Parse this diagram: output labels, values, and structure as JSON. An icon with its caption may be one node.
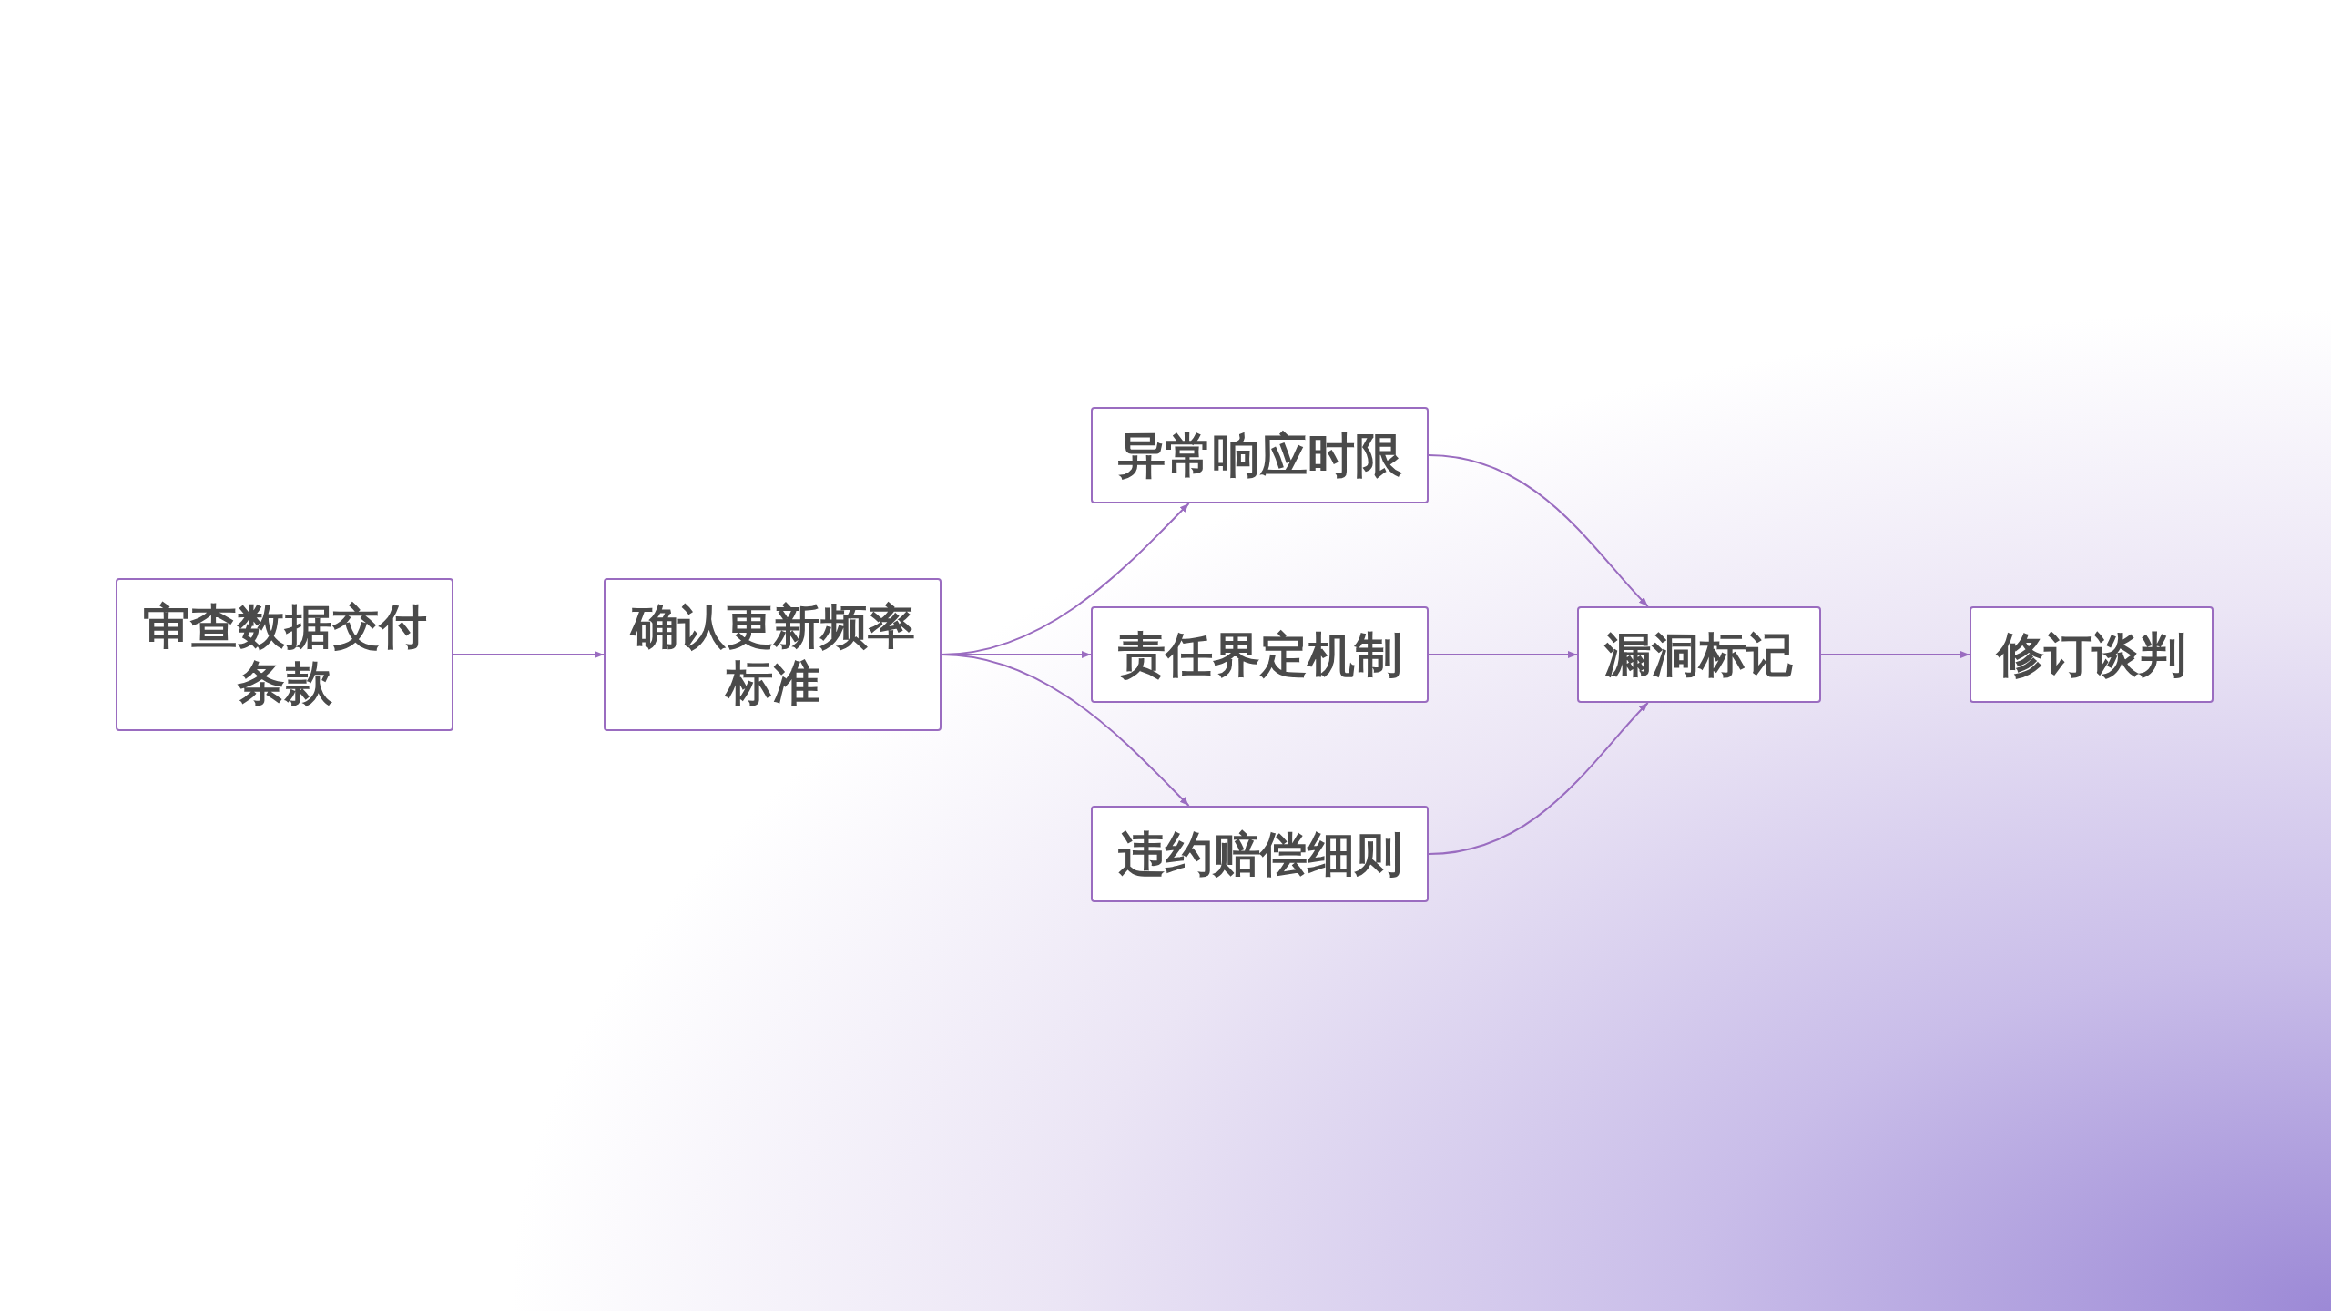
{
  "diagram": {
    "nodes": [
      {
        "text": [
          "审查数据交付条款"
        ]
      },
      {
        "text": [
          "确认更新频率标准"
        ]
      },
      {
        "text": [
          "异常响应时限"
        ]
      },
      {
        "text": [
          "责任界定机制"
        ]
      },
      {
        "text": [
          "违约赔偿细则"
        ]
      },
      {
        "text": [
          "漏洞标记"
        ]
      },
      {
        "text": [
          "修订谈判"
        ]
      }
    ],
    "edges": [
      {
        "from": 0,
        "to": 1,
        "arrow": "to"
      },
      {
        "from": 1,
        "to": 2,
        "arrow": "to"
      },
      {
        "from": 1,
        "to": 3,
        "arrow": "to"
      },
      {
        "from": 1,
        "to": 4,
        "arrow": "to"
      },
      {
        "from": 2,
        "to": 5,
        "arrow": "to"
      },
      {
        "from": 3,
        "to": 5,
        "arrow": "to"
      },
      {
        "from": 4,
        "to": 5,
        "arrow": "to"
      },
      {
        "from": 5,
        "to": 6,
        "arrow": "to"
      }
    ]
  }
}
